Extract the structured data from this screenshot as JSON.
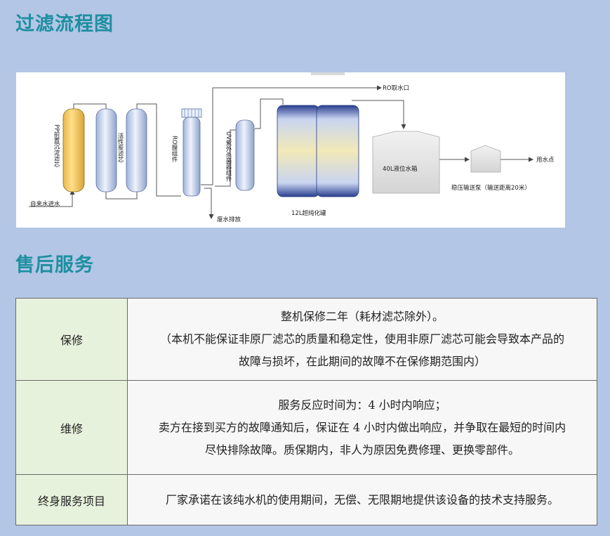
{
  "titles": {
    "process": "过滤流程图",
    "service": "售后服务"
  },
  "diagram": {
    "labels": {
      "pp": "PP前置沉淀滤芯",
      "carbon": "活性炭滤芯",
      "ro": "RO膜组件",
      "uv": "UV紫外杀菌器组件",
      "tank12": "12L超纯化罐",
      "ro_outlet": "RO取水口",
      "tank40": "40L液位水箱",
      "pump": "稳压输送泵（输送距离20米）",
      "use_point": "用水点",
      "water_in": "自来水进水",
      "waste": "废水排放"
    },
    "colors": {
      "pp_cartridge": "#f3c655",
      "cartridge": "#c7d5ee",
      "line": "#555555"
    }
  },
  "table": {
    "rows": [
      {
        "head": "保修",
        "lines": [
          "整机保修二年（耗材滤芯除外）。",
          "（本机不能保证非原厂滤芯的质量和稳定性，使用非原厂滤芯可能会导致本产品的",
          "故障与损坏，在此期间的故障不在保修期范围内）"
        ]
      },
      {
        "head": "维修",
        "lines": [
          "服务反应时间为：4 小时内响应；",
          "卖方在接到买方的故障通知后，保证在 4 小时内做出响应，并争取在最短的时间内",
          "尽快排除故障。质保期内，非人为原因免费修理、更换零部件。"
        ]
      },
      {
        "head": "终身服务项目",
        "lines": [
          "厂家承诺在该纯水机的使用期间，无偿、无限期地提供该设备的技术支持服务。"
        ]
      }
    ]
  }
}
